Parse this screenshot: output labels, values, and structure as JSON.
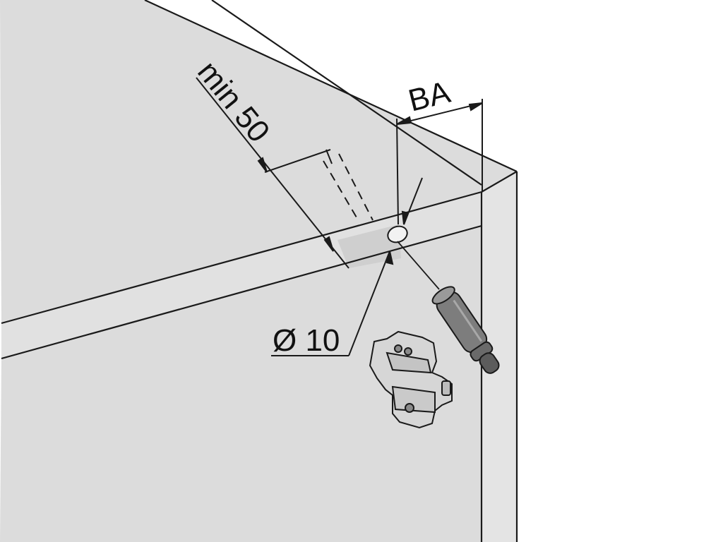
{
  "labels": {
    "min_distance": "min 50",
    "backset": "BA",
    "hole_diameter": "Ø 10"
  },
  "colors": {
    "panel": "#dcdcdc",
    "panel_light": "#e3e3e3",
    "line": "#1a1a1a",
    "hinge_plate": "#d6d6d6",
    "damper_body": "#7d7d7d",
    "damper_tip": "#5c5c5c",
    "background": "#ffffff"
  },
  "icons": [
    "hinge-mounting-plate-icon",
    "soft-close-damper-icon",
    "drill-hole-icon"
  ]
}
